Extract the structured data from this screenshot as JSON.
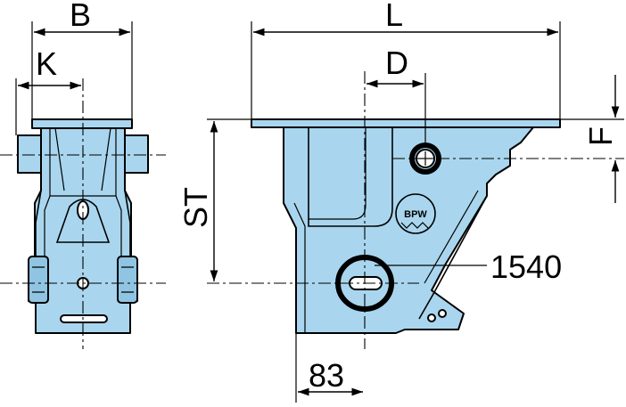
{
  "dimensions": {
    "B": "B",
    "K": "K",
    "L": "L",
    "D": "D",
    "ST": "ST",
    "F": "F",
    "part_number": "1540",
    "width_value": "83"
  },
  "logo": {
    "text": "BPW"
  },
  "colors": {
    "part_fill": "#a9d6ee",
    "outline": "#000000",
    "background": "#ffffff"
  }
}
